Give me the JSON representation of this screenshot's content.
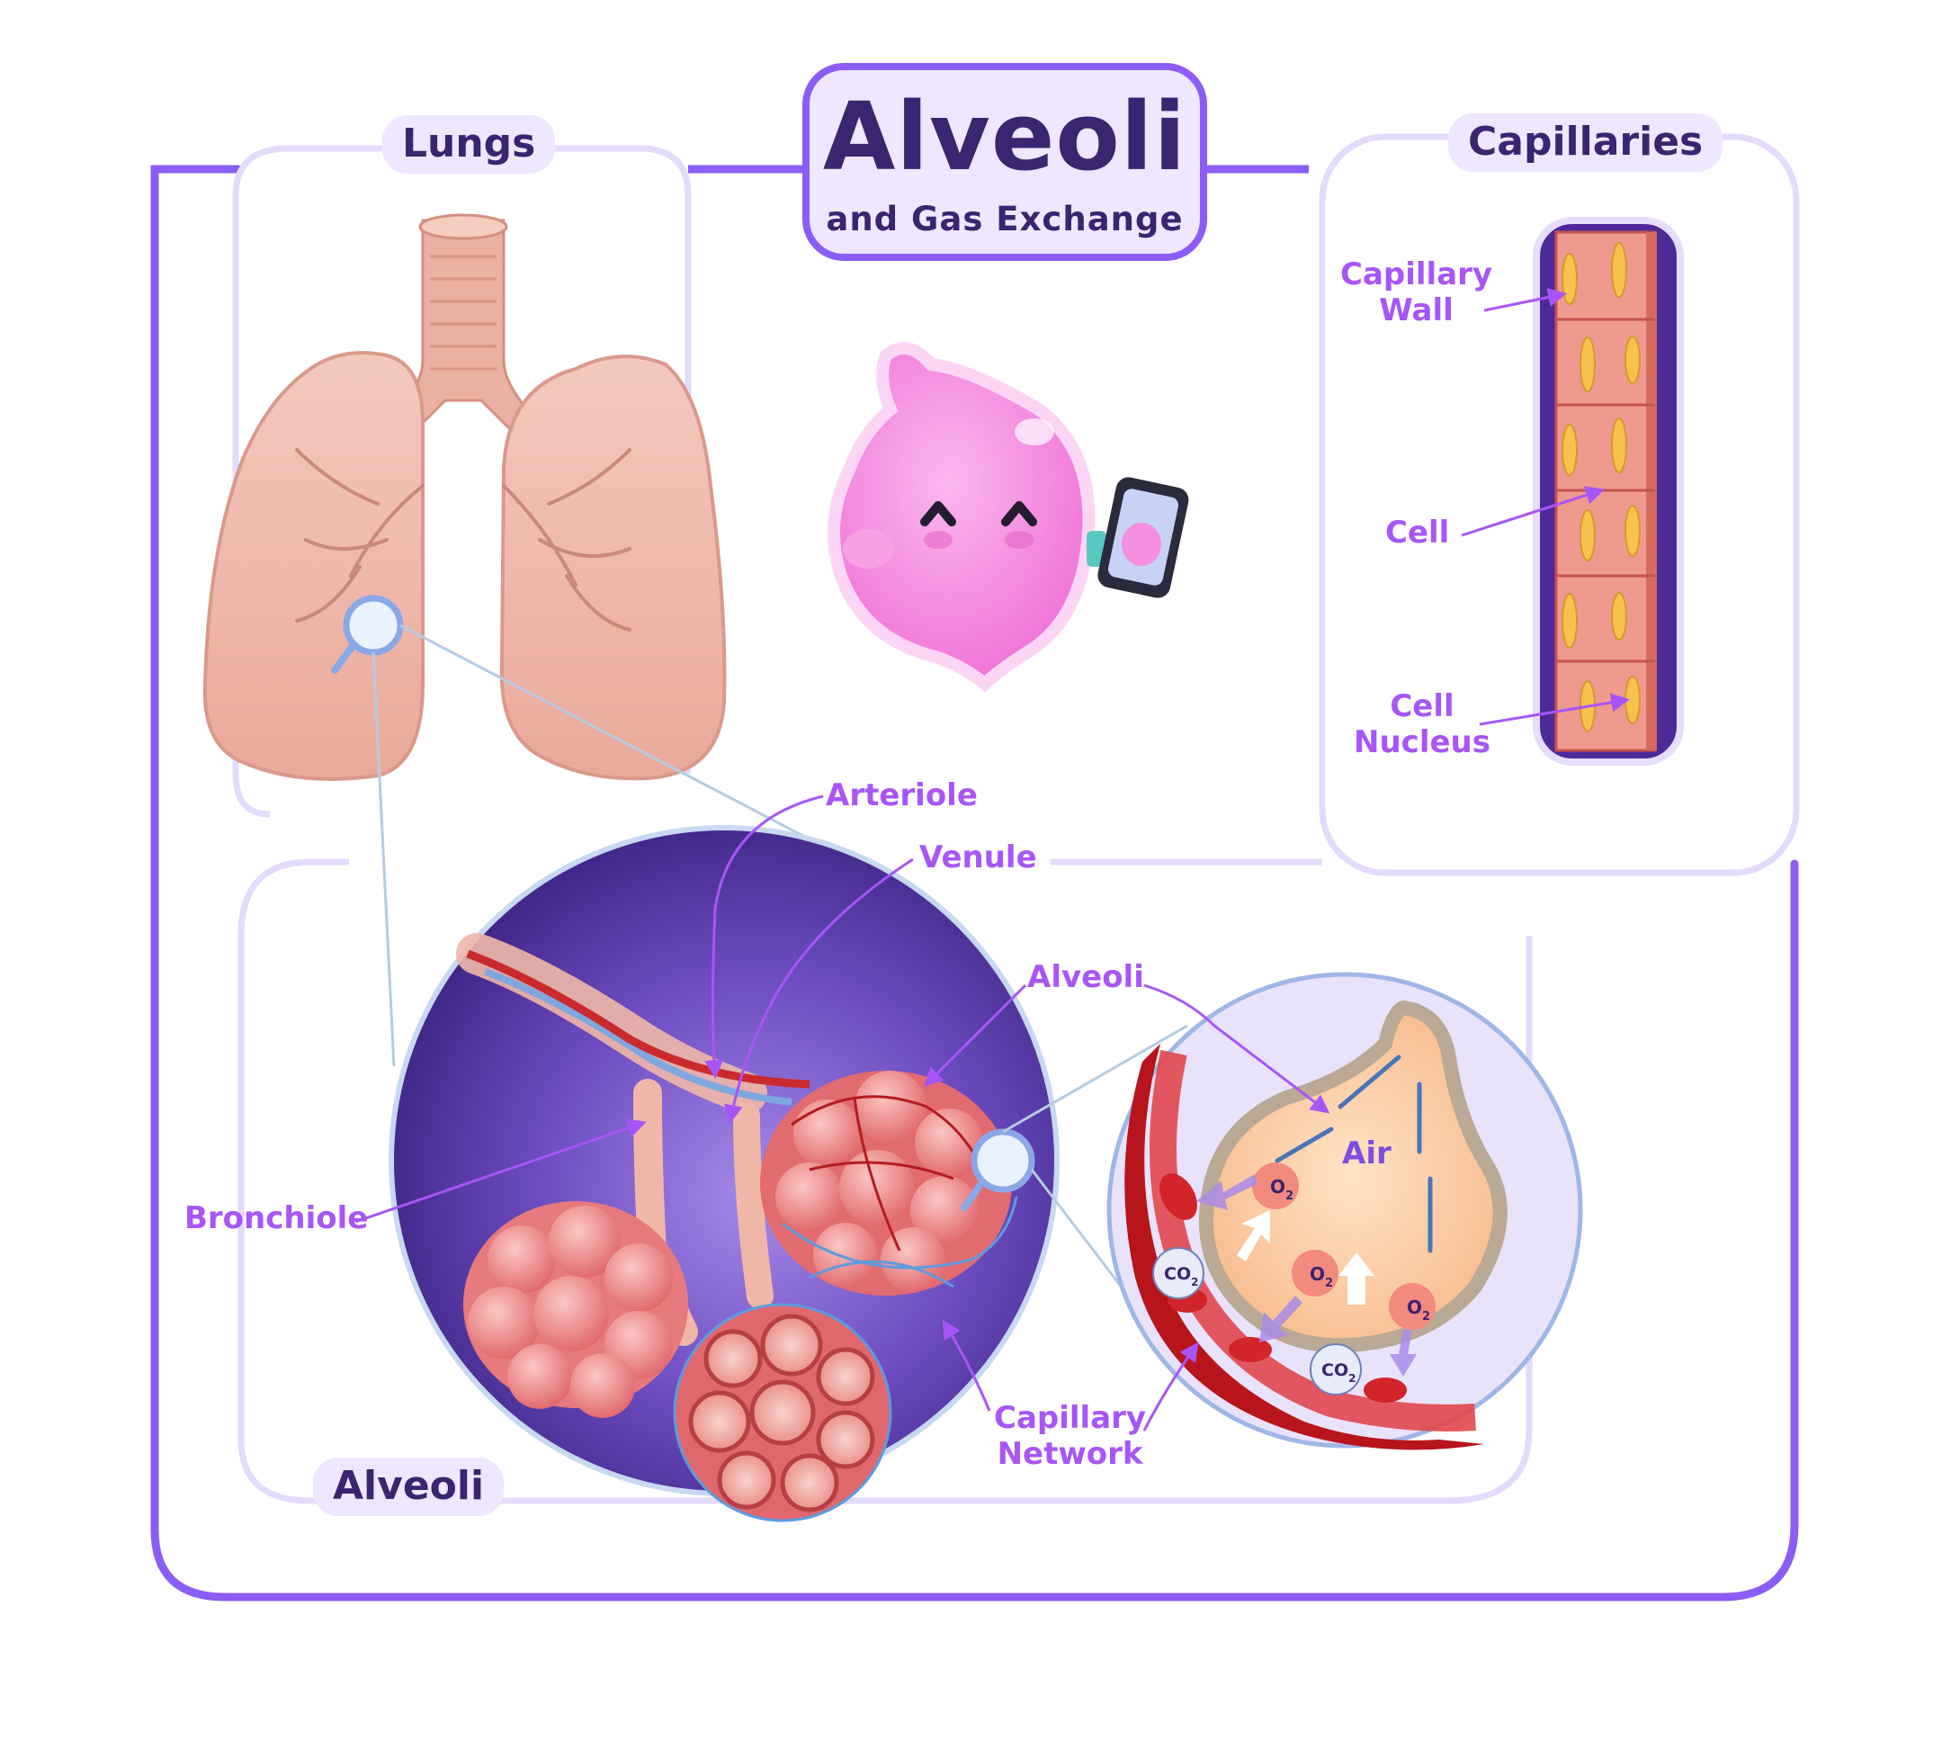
{
  "title": {
    "main": "Alveoli",
    "sub": "and Gas Exchange"
  },
  "sections": {
    "lungs": "Lungs",
    "capillaries": "Capillaries",
    "alveoli": "Alveoli"
  },
  "labels": {
    "capillary_wall": [
      "Capillary",
      "Wall"
    ],
    "cell": "Cell",
    "cell_nucleus": [
      "Cell",
      "Nucleus"
    ],
    "arteriole": "Arteriole",
    "venule": "Venule",
    "alveoli": "Alveoli",
    "bronchiole": "Bronchiole",
    "capillary_network": [
      "Capillary",
      "Network"
    ],
    "air": "Air"
  },
  "gas_labels": {
    "oxygen": "O",
    "oxygen_sub": "2",
    "carbon_dioxide": "CO",
    "carbon_dioxide_sub": "2"
  },
  "colors": {
    "frame": "#8b5cf6",
    "panel": "#e4dafc",
    "label": "#a855f7",
    "heading": "#3b2470",
    "tissue": "#f2b8ab",
    "blood": "#b8141c",
    "sphere": "#4c2a9a",
    "mascot": "#f58fe0"
  }
}
